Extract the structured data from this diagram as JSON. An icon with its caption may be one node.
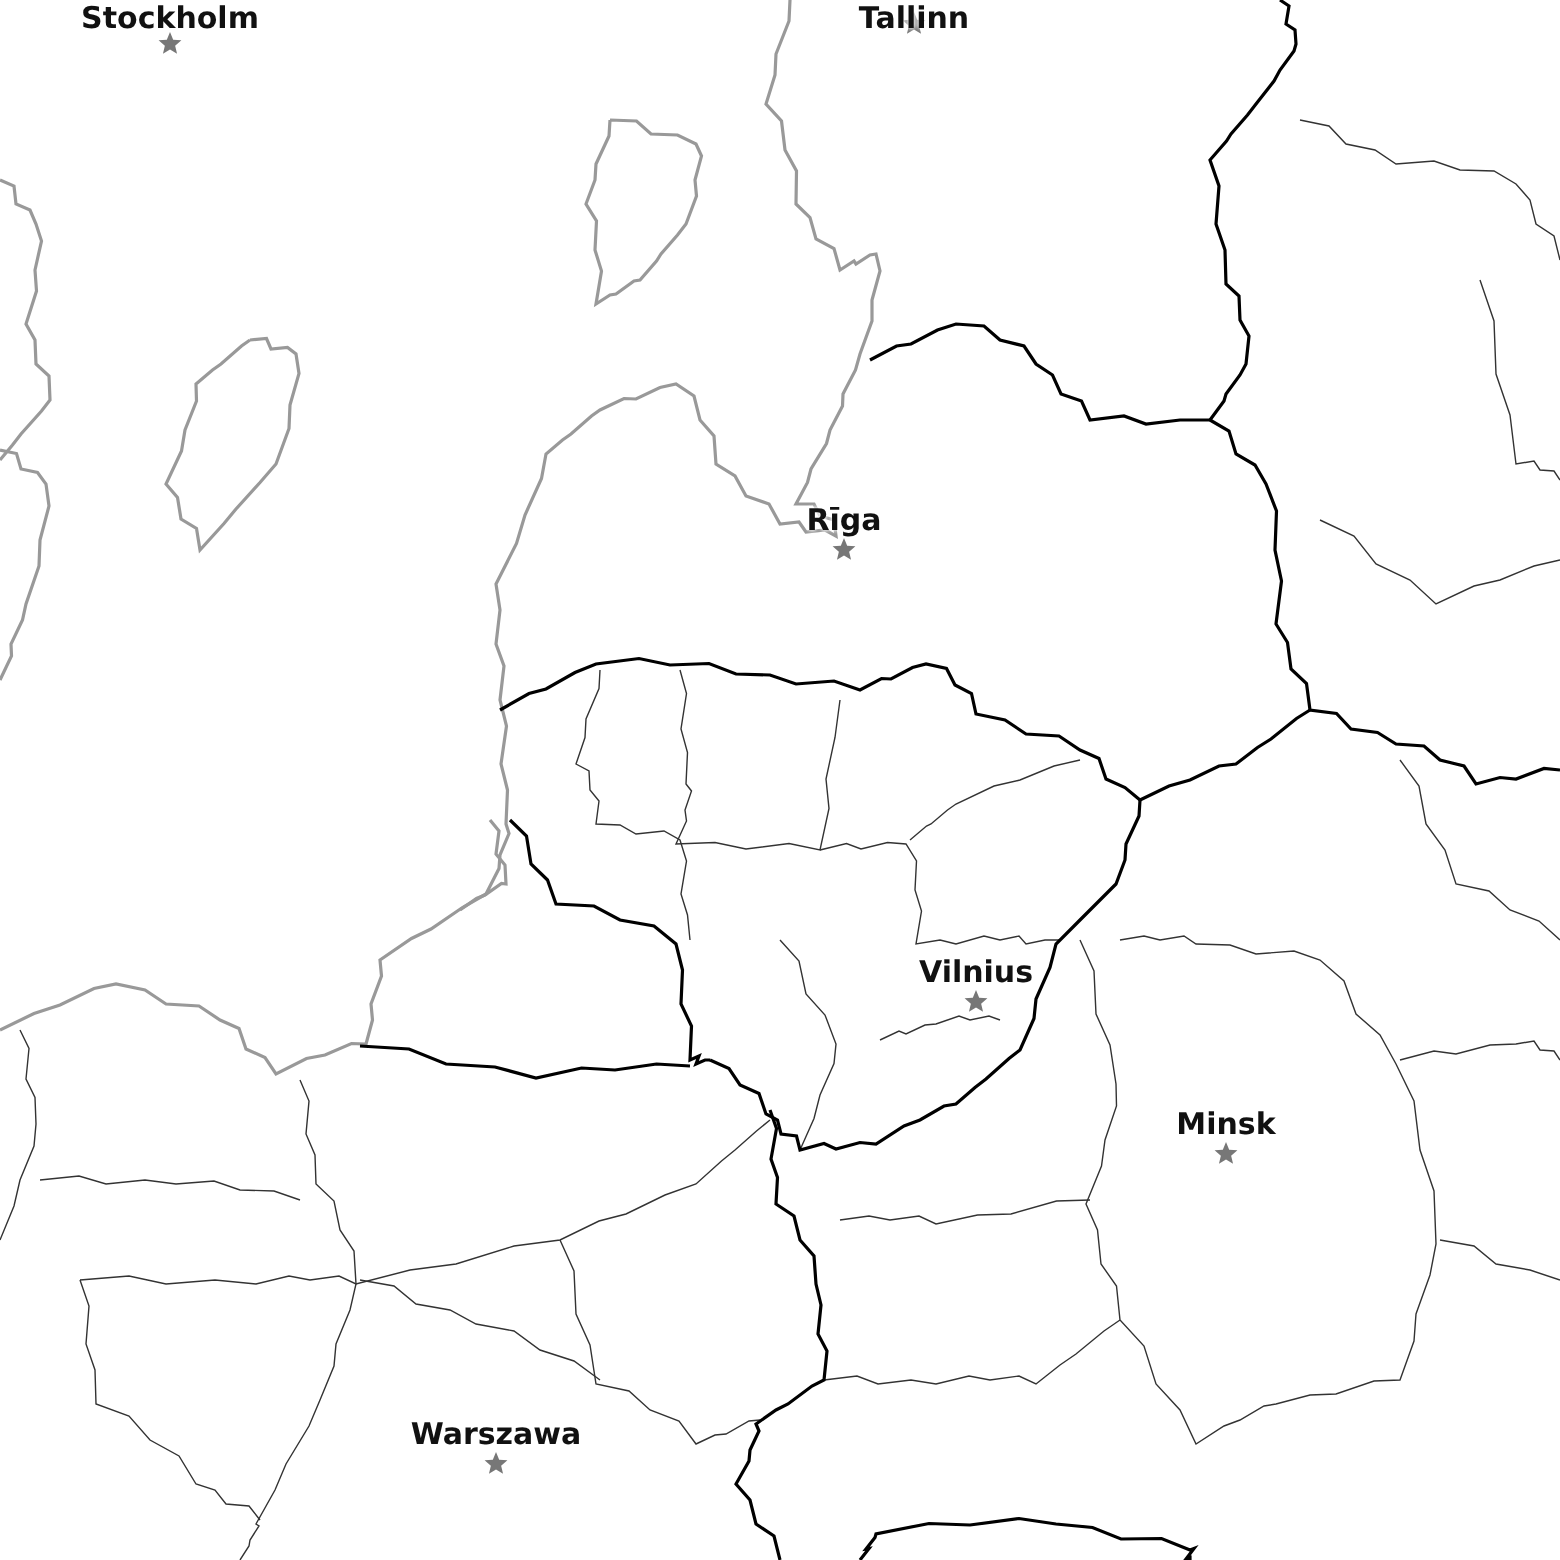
{
  "diagram": {
    "labels": [
      "Tallinn",
      "Stockholm",
      "Rīga",
      "Vilnius",
      "Minsk",
      "Warszawa"
    ]
  }
}
